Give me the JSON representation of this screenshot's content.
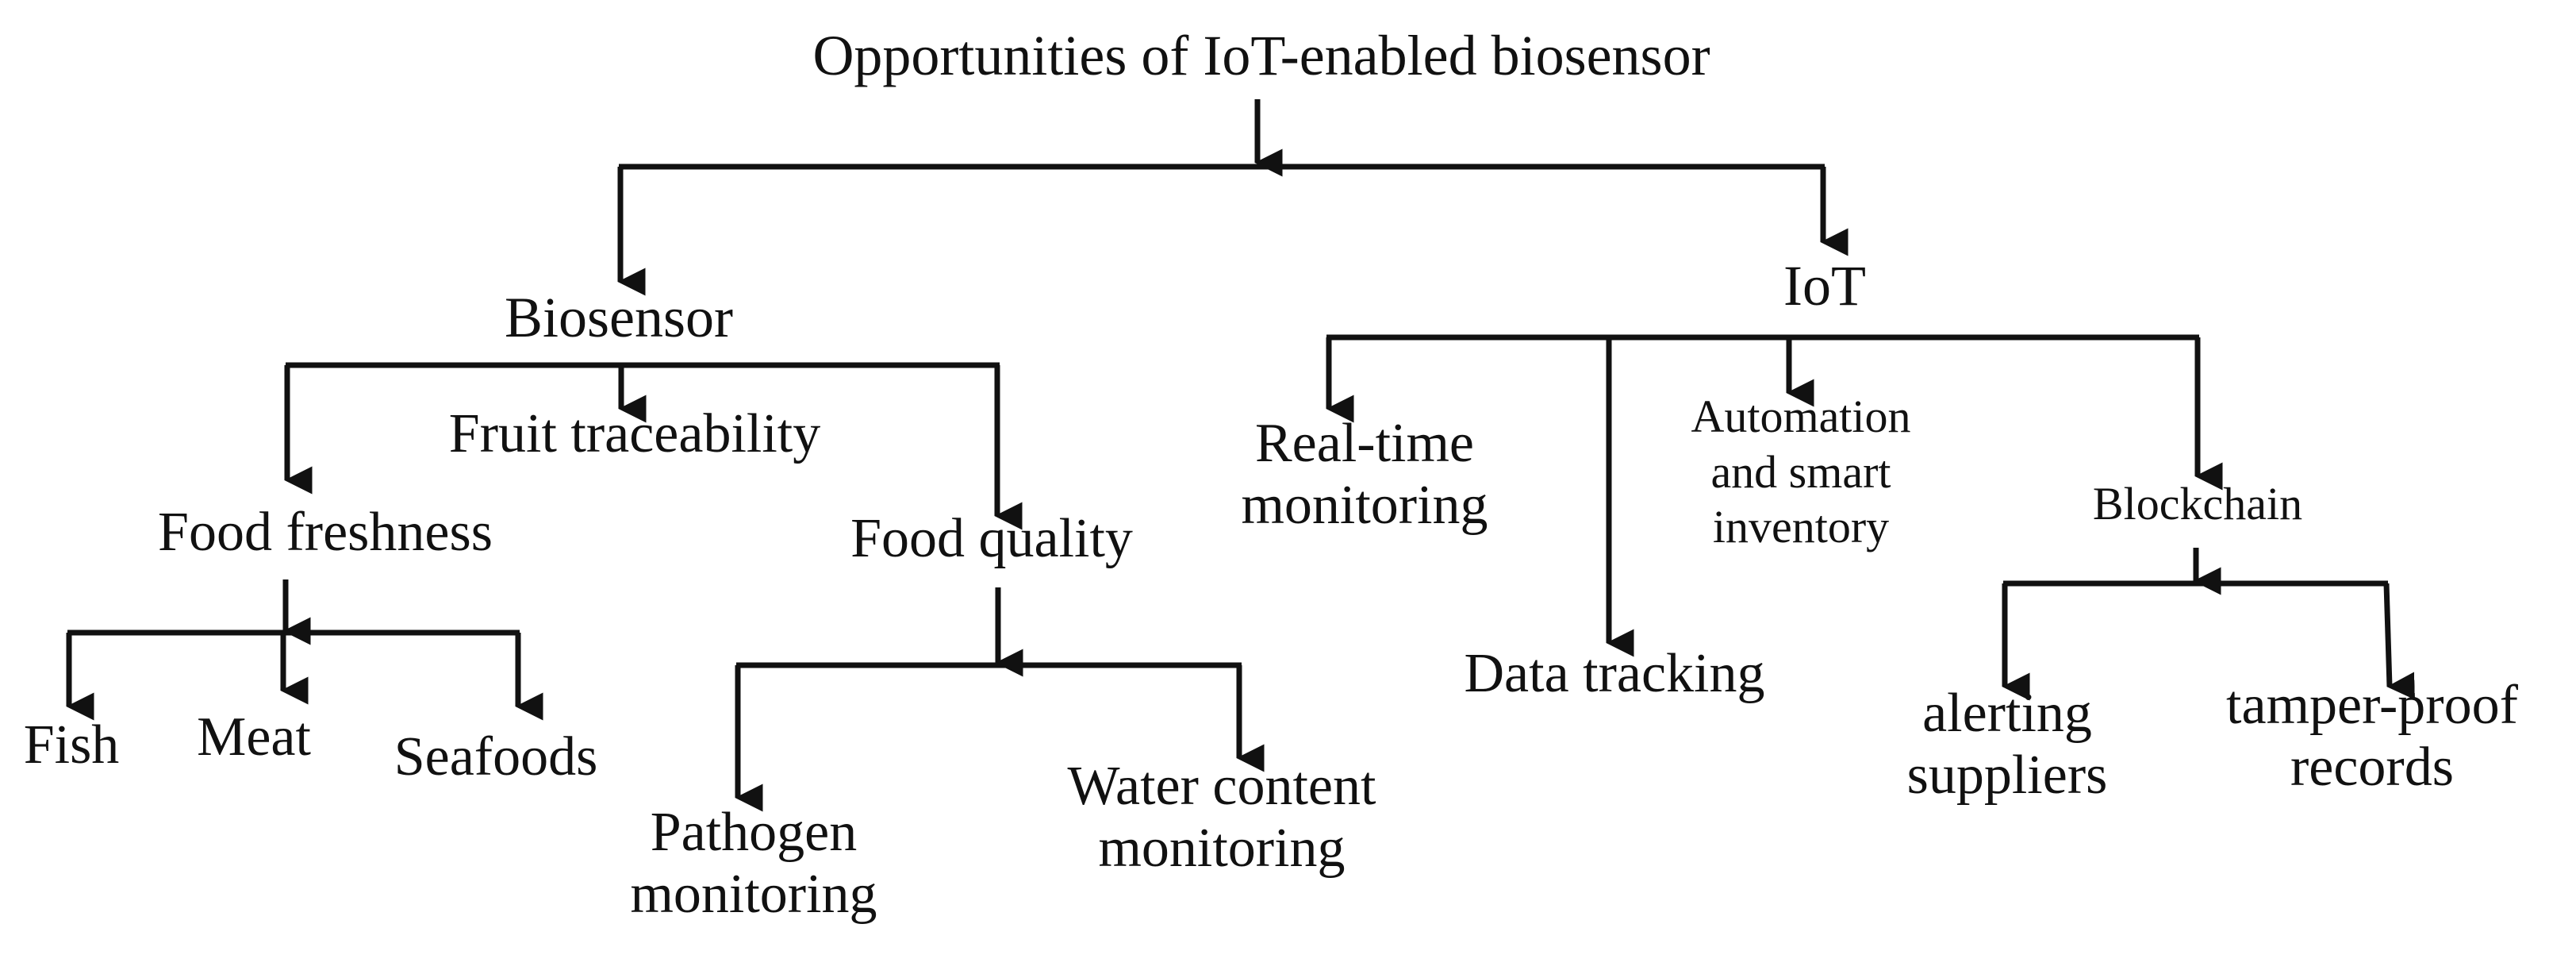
{
  "diagram": {
    "root": "Opportunities of IoT-enabled biosensor",
    "biosensor": {
      "label": "Biosensor",
      "fruit_traceability": "Fruit traceability",
      "food_freshness": {
        "label": "Food freshness",
        "children": [
          "Fish",
          "Meat",
          "Seafoods"
        ]
      },
      "food_quality": {
        "label": "Food quality",
        "pathogen": [
          "Pathogen",
          "monitoring"
        ],
        "water": [
          "Water content",
          "monitoring"
        ]
      }
    },
    "iot": {
      "label": "IoT",
      "realtime": [
        "Real-time",
        "monitoring"
      ],
      "data_tracking": "Data tracking",
      "automation": [
        "Automation",
        "and smart",
        "inventory"
      ],
      "blockchain": {
        "label": "Blockchain",
        "alerting": [
          "alerting",
          "suppliers"
        ],
        "tamper": [
          "tamper-proof",
          "records"
        ]
      }
    }
  },
  "colors": {
    "line": "#111111",
    "text": "#111111",
    "background": "#ffffff"
  }
}
